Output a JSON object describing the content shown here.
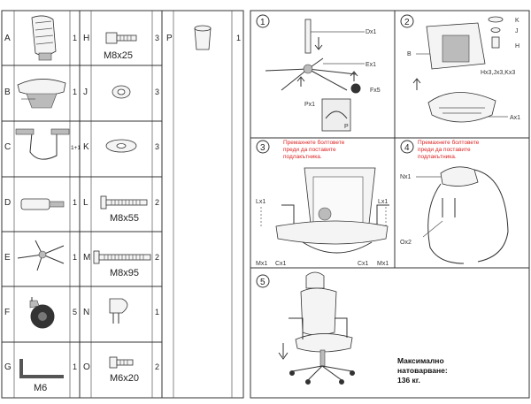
{
  "parts": [
    {
      "letter": "A",
      "qty": "1",
      "name": "backrest"
    },
    {
      "letter": "B",
      "qty": "1",
      "name": "seat"
    },
    {
      "letter": "C",
      "qty": "1+1",
      "name": "armrests"
    },
    {
      "letter": "D",
      "qty": "1",
      "name": "gas-lift"
    },
    {
      "letter": "E",
      "qty": "1",
      "name": "base"
    },
    {
      "letter": "F",
      "qty": "5",
      "name": "casters"
    },
    {
      "letter": "G",
      "qty": "1",
      "name": "hex-key",
      "caption": "M6"
    },
    {
      "letter": "H",
      "qty": "3",
      "name": "bolt",
      "caption": "M8x25"
    },
    {
      "letter": "J",
      "qty": "3",
      "name": "spring-washer",
      "caption": ""
    },
    {
      "letter": "K",
      "qty": "3",
      "name": "flat-washer",
      "caption": ""
    },
    {
      "letter": "L",
      "qty": "2",
      "name": "bolt",
      "caption": "M8x55"
    },
    {
      "letter": "M",
      "qty": "2",
      "name": "bolt",
      "caption": "M8x95"
    },
    {
      "letter": "N",
      "qty": "1",
      "name": "clip",
      "caption": ""
    },
    {
      "letter": "O",
      "qty": "2",
      "name": "bolt",
      "caption": "M6x20"
    },
    {
      "letter": "P",
      "qty": "1",
      "name": "cap",
      "caption": ""
    }
  ],
  "steps": {
    "s1": {
      "num": "1",
      "labels": {
        "dx": "Dx1",
        "ex": "Ex1",
        "fx": "Fx5",
        "px": "Px1",
        "p": "P"
      }
    },
    "s2": {
      "num": "2",
      "labels": {
        "k": "K",
        "j": "J",
        "h": "H",
        "b": "B",
        "hx": "Hx3,Jx3,Kx3",
        "ax": "Ax1"
      }
    },
    "s3": {
      "num": "3",
      "note_line1": "Премахнете болтовете",
      "note_line2": "преди да поставите",
      "note_line3": "подлакътника.",
      "labels": {
        "lx_left": "Lx1",
        "lx_right": "Lx1",
        "mx_left": "Mx1",
        "mx_right": "Mx1",
        "cx_left": "Cx1",
        "cx_right": "Cx1"
      }
    },
    "s4": {
      "num": "4",
      "note_line1": "Премахнете болтовете",
      "note_line2": "преди да поставите",
      "note_line3": "подлакътника.",
      "labels": {
        "nx": "Nx1",
        "ox": "Ox2"
      }
    },
    "s5": {
      "num": "5",
      "max_line1": "Максимално",
      "max_line2": "натоварване:",
      "max_line3": "136 кг."
    }
  }
}
